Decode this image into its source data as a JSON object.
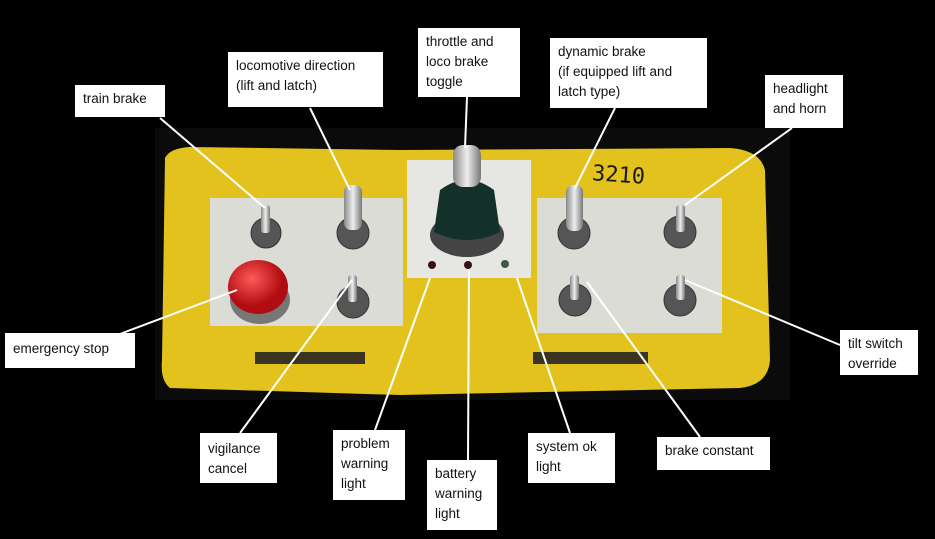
{
  "panel_number": "3210",
  "labels": {
    "train_brake": "train brake",
    "locomotive_direction": "locomotive direction\n(lift and latch)",
    "throttle": "throttle and\nloco brake\ntoggle",
    "dynamic_brake": "dynamic brake\n(if equipped lift and\nlatch type)",
    "headlight": "headlight\nand horn",
    "emergency_stop": "emergency stop",
    "tilt_switch": "tilt switch\noverride",
    "vigilance": "vigilance\ncancel",
    "problem_warning": "problem\nwarning\nlight",
    "battery_warning": "battery\nwarning\nlight",
    "system_ok": "system ok\nlight",
    "brake_constant": "brake constant"
  },
  "colors": {
    "panel_yellow": "#e8c51c",
    "plate": "#dcdcd6",
    "estop_red": "#d8141c",
    "background": "#000000"
  }
}
